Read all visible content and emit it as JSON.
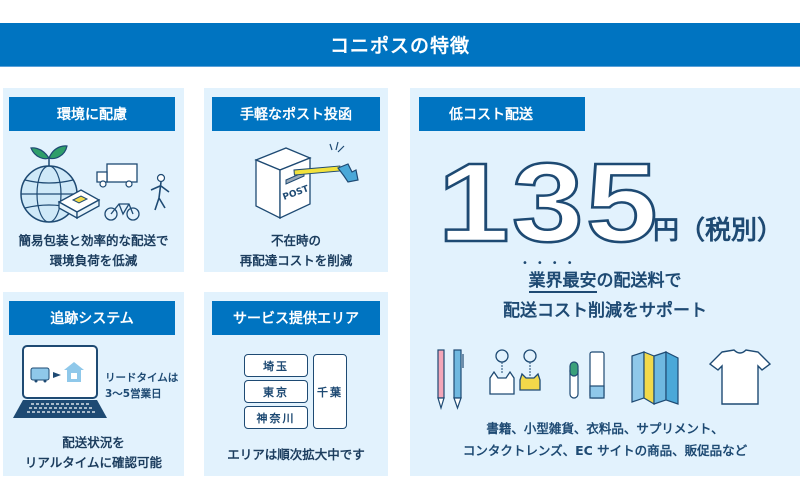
{
  "header": {
    "title": "コニポスの特徴"
  },
  "cards": {
    "eco": {
      "label": "環境に配慮",
      "caption_line1": "簡易包装と効率的な配送で",
      "caption_line2": "環境負荷を低減"
    },
    "post": {
      "label": "手軽なポスト投函",
      "post_text": "POST",
      "caption_line1": "不在時の",
      "caption_line2": "再配達コストを削減"
    },
    "tracking": {
      "label": "追跡システム",
      "lead_line1": "リードタイムは",
      "lead_line2": "3〜5営業日",
      "caption_line1": "配送状況を",
      "caption_line2": "リアルタイムに確認可能"
    },
    "area": {
      "label": "サービス提供エリア",
      "prefectures": [
        "埼玉",
        "東京",
        "神奈川",
        "千葉"
      ],
      "caption": "エリアは順次拡大中です"
    },
    "cost": {
      "label": "低コスト配送",
      "price": "135",
      "price_unit": "円（税別）",
      "emphasis_dots": "••••",
      "sub_underlined": "業界最安",
      "sub_rest": "の配送料で",
      "sub_line2": "配送コスト削減をサポート",
      "items_line1": "書籍、小型雑貨、衣料品、サプリメント、",
      "items_line2": "コンタクトレンズ、EC サイトの商品、販促品など"
    }
  },
  "colors": {
    "primary": "#0074c1",
    "card_bg": "#e2f2fd",
    "text_dark": "#1e4a73"
  }
}
